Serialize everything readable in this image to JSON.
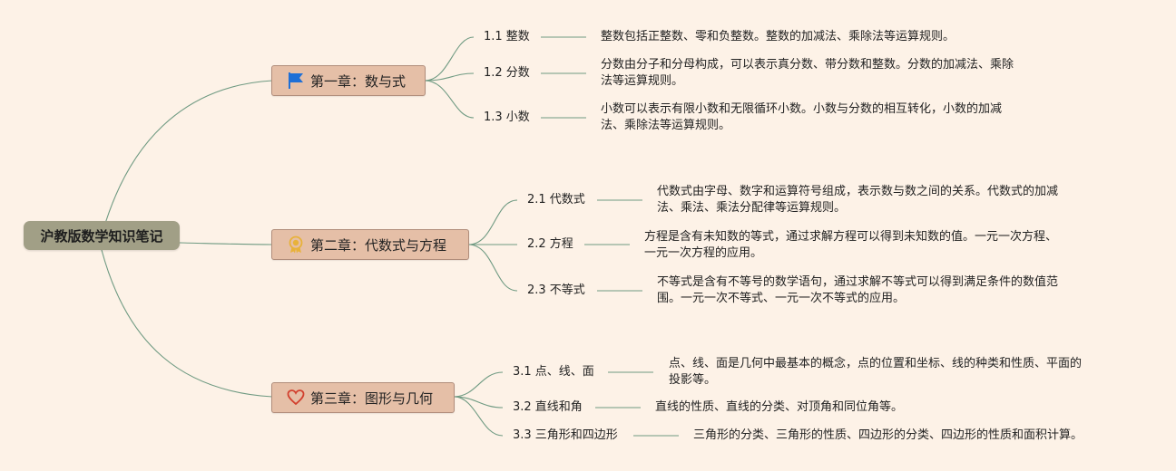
{
  "root": {
    "label": "沪教版数学知识笔记"
  },
  "chapters": [
    {
      "label": "第一章：数与式",
      "icon": "flag-icon",
      "sections": [
        {
          "label": "1.1 整数",
          "desc": [
            "整数包括正整数、零和负整数。整数的加减法、乘除法等运算规则。"
          ]
        },
        {
          "label": "1.2 分数",
          "desc": [
            "分数由分子和分母构成，可以表示真分数、带分数和整数。分数的加减法、乘除",
            "法等运算规则。"
          ]
        },
        {
          "label": "1.3 小数",
          "desc": [
            "小数可以表示有限小数和无限循环小数。小数与分数的相互转化，小数的加减",
            "法、乘除法等运算规则。"
          ]
        }
      ]
    },
    {
      "label": "第二章：代数式与方程",
      "icon": "medal-icon",
      "sections": [
        {
          "label": "2.1 代数式",
          "desc": [
            "代数式由字母、数字和运算符号组成，表示数与数之间的关系。代数式的加减",
            "法、乘法、乘法分配律等运算规则。"
          ]
        },
        {
          "label": "2.2 方程",
          "desc": [
            "方程是含有未知数的等式，通过求解方程可以得到未知数的值。一元一次方程、",
            "一元一次方程的应用。"
          ]
        },
        {
          "label": "2.3 不等式",
          "desc": [
            "不等式是含有不等号的数学语句，通过求解不等式可以得到满足条件的数值范",
            "围。一元一次不等式、一元一次不等式的应用。"
          ]
        }
      ]
    },
    {
      "label": "第三章：图形与几何",
      "icon": "heart-icon",
      "sections": [
        {
          "label": "3.1 点、线、面",
          "desc": [
            "点、线、面是几何中最基本的概念，点的位置和坐标、线的种类和性质、平面的",
            "投影等。"
          ]
        },
        {
          "label": "3.2 直线和角",
          "desc": [
            "直线的性质、直线的分类、对顶角和同位角等。"
          ]
        },
        {
          "label": "3.3 三角形和四边形",
          "desc": [
            "三角形的分类、三角形的性质、四边形的分类、四边形的性质和面积计算。"
          ]
        }
      ]
    }
  ],
  "colors": {
    "background": "#fdf2e7",
    "root_fill": "#a19f86",
    "chapter_fill": "#e5bfa7",
    "chapter_border": "#b08d7b",
    "link": "#6f9a82",
    "flag_icon": "#1e6fd6",
    "medal_icon": "#e8b23a",
    "heart_icon": "#d2402e"
  }
}
